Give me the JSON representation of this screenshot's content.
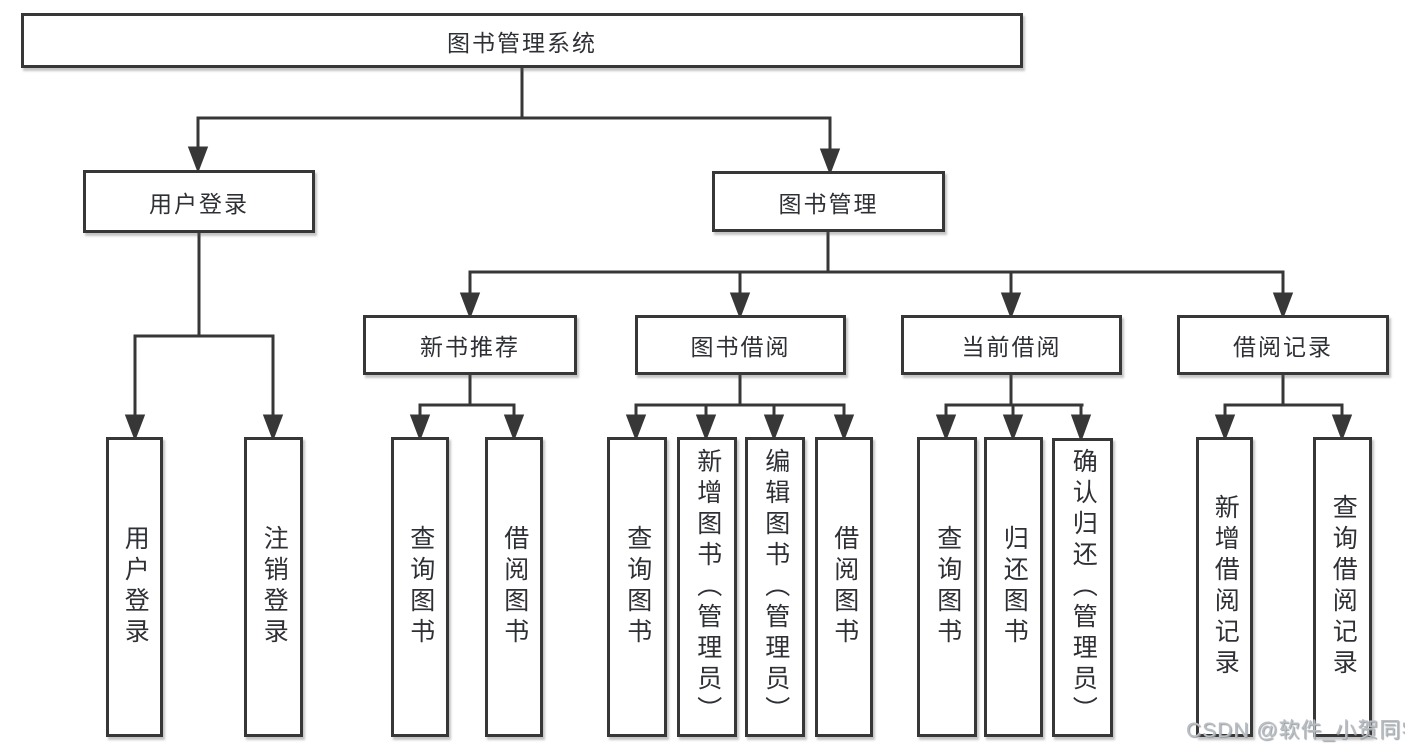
{
  "diagram": {
    "type": "tree",
    "tree": {
      "label": "图书管理系统",
      "children": [
        {
          "label": "用户登录",
          "children": [
            {
              "label": "用户登录"
            },
            {
              "label": "注销登录"
            }
          ]
        },
        {
          "label": "图书管理",
          "children": [
            {
              "label": "新书推荐",
              "children": [
                {
                  "label": "查询图书"
                },
                {
                  "label": "借阅图书"
                }
              ]
            },
            {
              "label": "图书借阅",
              "children": [
                {
                  "label": "查询图书"
                },
                {
                  "label": "新增图书（管理员）"
                },
                {
                  "label": "编辑图书（管理员）"
                },
                {
                  "label": "借阅图书"
                }
              ]
            },
            {
              "label": "当前借阅",
              "children": [
                {
                  "label": "查询图书"
                },
                {
                  "label": "归还图书"
                },
                {
                  "label": "确认归还（管理员）"
                }
              ]
            },
            {
              "label": "借阅记录",
              "children": [
                {
                  "label": "新增借阅记录"
                },
                {
                  "label": "查询借阅记录"
                }
              ]
            }
          ]
        }
      ]
    },
    "colors": {
      "line": "#373737",
      "box_border": "#373737",
      "text": "#2e3035",
      "background": "#ffffff",
      "watermark": "#b9bec3"
    }
  },
  "watermark": {
    "text": "CSDN @软件_小贺同学"
  }
}
